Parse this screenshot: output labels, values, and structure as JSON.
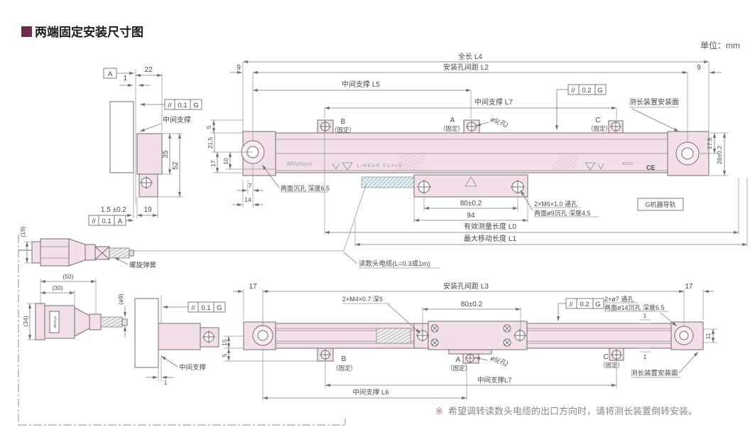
{
  "colors": {
    "accent": "#6f2b4b",
    "body_pink": "#f3dfe9",
    "line": "#6f6f6f",
    "note_marker": "#c76a8b",
    "thread_teal": "#76a7b4"
  },
  "header": {
    "title": "两端固定安装尺寸图",
    "unit": "单位：mm"
  },
  "note": {
    "marker": "※",
    "text": "希望调转读数头电缆的出口方向时，请将测长装置倒转安装。"
  },
  "brand": {
    "logo": "Mitutoyo",
    "product": "LINEAR SCALE",
    "model": "AT211",
    "ce": "CE"
  },
  "section": {
    "datum": "A",
    "d22": "22",
    "d1": "1",
    "fcf_g_sym": "//",
    "fcf_g_val": "0.1",
    "fcf_g_ref": "G",
    "support": "中间支撑",
    "d35": "35",
    "d52": "52",
    "d15": "1.5 ±0.2",
    "d19": "19",
    "fcf_a_sym": "//",
    "fcf_a_val": "0.1",
    "fcf_a_ref": "A"
  },
  "top": {
    "l4": "全长 L4",
    "l2": "安装孔间距 L2",
    "l5": "中间支撑 L5",
    "l7": "中间支撑 L7",
    "n9l": "9",
    "n9r": "9",
    "fcf_sym": "//",
    "fcf_val": "0.2",
    "fcf_ref": "G",
    "surface": "测长装置安装面",
    "b": "B",
    "a": "A",
    "c": "C",
    "fixed_b": "（固定）",
    "fixed_a": "（固定）",
    "fixed_c": "（固定）",
    "hole5": "ø5(孔)",
    "d5": "5",
    "d215": "21.5",
    "d17": "17",
    "d10": "10",
    "d7": "7",
    "d14": "14",
    "cbore": "两面沉孔 深度6.5",
    "d80": "80±0.2",
    "d94": "94",
    "mhole1": "2×M6×1.0 通孔",
    "mhole2": "两面ø9沉孔 深度4.5",
    "l0": "有效测量长度 L0",
    "l1": "最大移动长度 L1",
    "cable": "读数头电缆(L=0.3或1m)",
    "d175": "17.5",
    "d28": "28±0.2",
    "grail": "G机器导轨",
    "spring": "螺旋弹簧",
    "d19p": "(19)"
  },
  "conn": {
    "d50": "(50)",
    "d30": "(30)",
    "d34": "(34)",
    "d9": "(ø9)",
    "fcf_sym": "//",
    "fcf_val": "0.1",
    "fcf_ref": "G",
    "support": "中间支撑",
    "d1": "1"
  },
  "bottom": {
    "d17l": "17",
    "d17r": "17",
    "l3": "安装孔间距 L3",
    "tap": "2×M4×0.7 深5",
    "d80": "80±0.2",
    "fcf_sym": "//",
    "fcf_val": "0.2",
    "fcf_ref": "G",
    "hole7a": "2×ø7 通孔",
    "hole7b": "两面ø14沉孔 深度6.5",
    "d15": "15",
    "d5": "5",
    "d11": "11",
    "d1a": "1",
    "d1b": "1",
    "b": "B",
    "a": "A",
    "c": "C",
    "fixed_b": "（固定）",
    "fixed_a": "（固定）",
    "fixed_c": "（固定）",
    "hole5": "ø5(孔)",
    "l7": "中间支撑L7",
    "l6": "中间支撑 L6",
    "surface": "测长装置安装面"
  }
}
